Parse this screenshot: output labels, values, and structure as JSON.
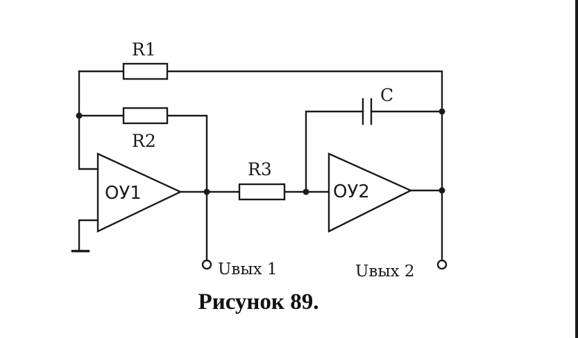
{
  "labels": {
    "r1": "R1",
    "r2": "R2",
    "r3": "R3",
    "c": "C",
    "op1": "ОУ1",
    "op2": "ОУ2",
    "out1": "Uвых 1",
    "out2": "Uвых 2"
  },
  "caption": "Рисунок 89."
}
